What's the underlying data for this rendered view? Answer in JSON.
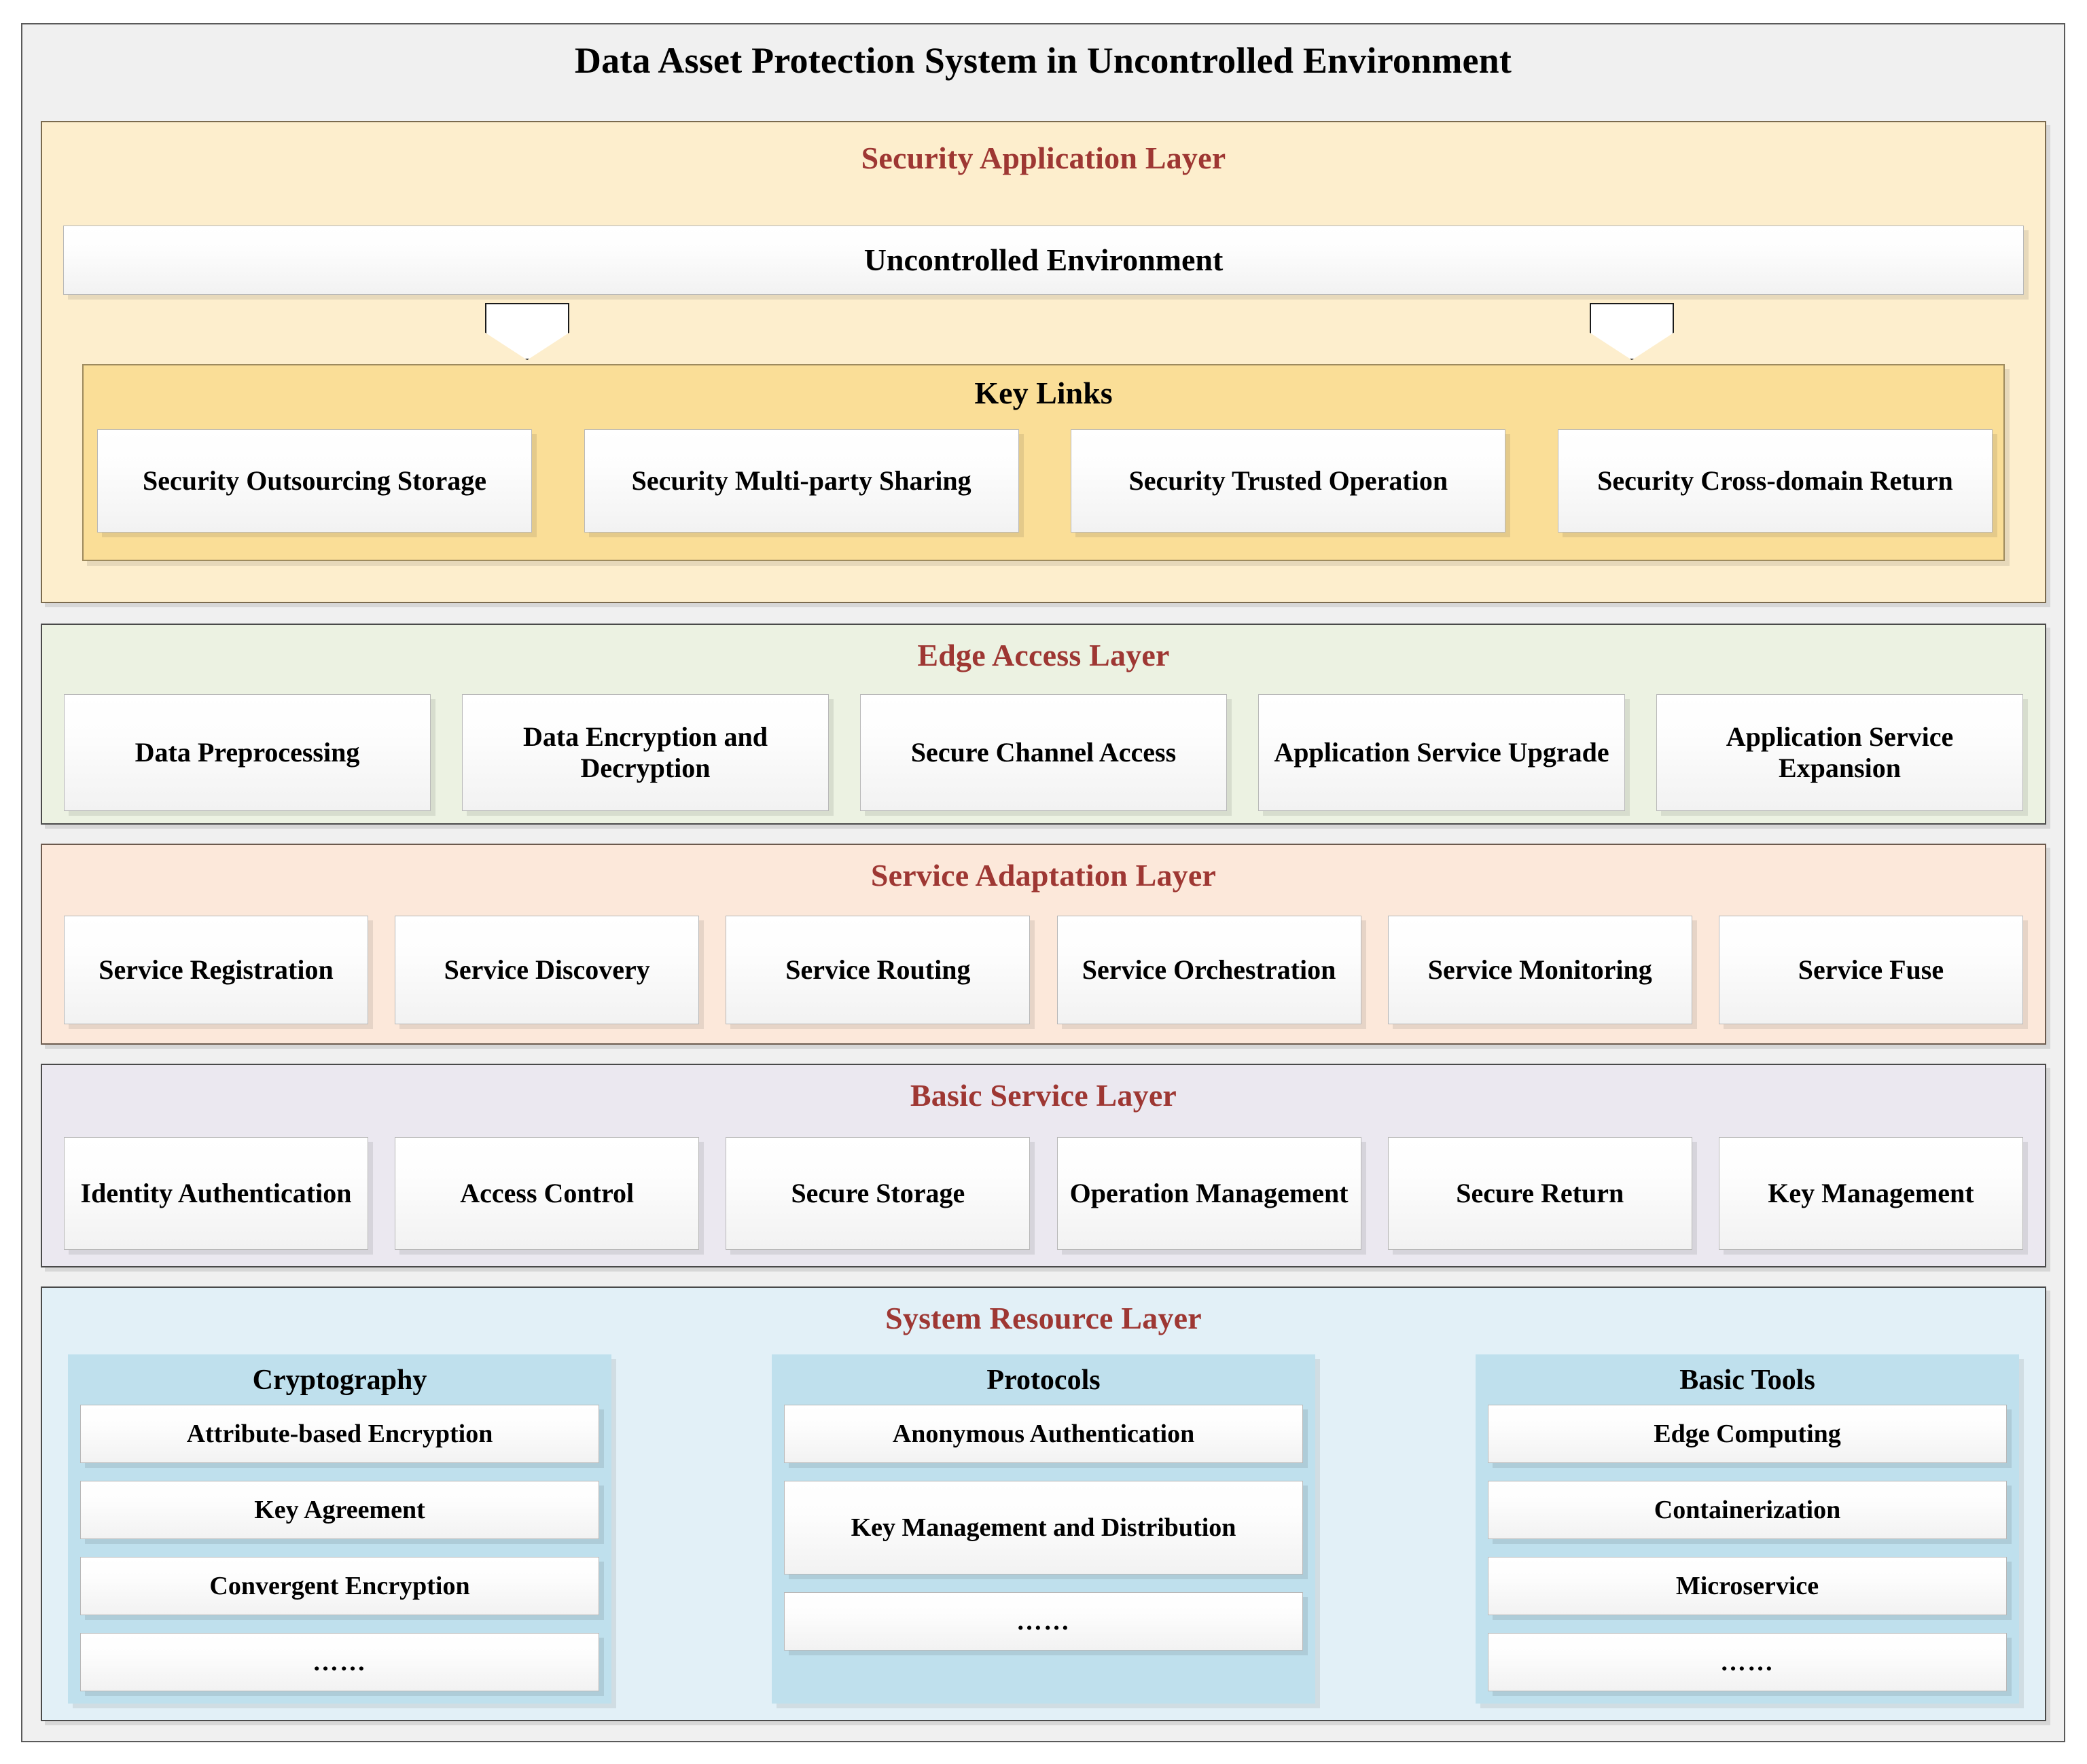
{
  "title": "Data Asset Protection System in Uncontrolled Environment",
  "colors": {
    "layer_title": "#9e3733",
    "frame_bg": "#f0f0f0",
    "security_application_bg": "#fdeecd",
    "key_links_bg": "#fade97",
    "edge_access_bg": "#ecf2e2",
    "service_adaptation_bg": "#fce8da",
    "basic_service_bg": "#ebe8f0",
    "system_resource_bg": "#e2f0f7",
    "resource_group_bg": "#bfe0ed"
  },
  "layers": {
    "security_application": {
      "title": "Security Application Layer",
      "uncontrolled_environment": "Uncontrolled Environment",
      "arrows": [
        "arrow-down-left",
        "arrow-down-right"
      ],
      "key_links": {
        "title": "Key Links",
        "items": [
          "Security Outsourcing Storage",
          "Security Multi-party Sharing",
          "Security Trusted Operation",
          "Security Cross-domain Return"
        ]
      }
    },
    "edge_access": {
      "title": "Edge Access Layer",
      "items": [
        "Data Preprocessing",
        "Data Encryption and Decryption",
        "Secure Channel Access",
        "Application Service Upgrade",
        "Application Service Expansion"
      ]
    },
    "service_adaptation": {
      "title": "Service Adaptation Layer",
      "items": [
        "Service Registration",
        "Service Discovery",
        "Service Routing",
        "Service Orchestration",
        "Service Monitoring",
        "Service Fuse"
      ]
    },
    "basic_service": {
      "title": "Basic Service Layer",
      "items": [
        "Identity Authentication",
        "Access Control",
        "Secure Storage",
        "Operation Management",
        "Secure Return",
        "Key Management"
      ]
    },
    "system_resource": {
      "title": "System Resource Layer",
      "groups": [
        {
          "title": "Cryptography",
          "items": [
            "Attribute-based Encryption",
            "Key Agreement",
            "Convergent Encryption",
            "……"
          ]
        },
        {
          "title": "Protocols",
          "items": [
            "Anonymous Authentication",
            "Key Management and Distribution",
            "……"
          ]
        },
        {
          "title": "Basic Tools",
          "items": [
            "Edge Computing",
            "Containerization",
            "Microservice",
            "……"
          ]
        }
      ]
    }
  }
}
